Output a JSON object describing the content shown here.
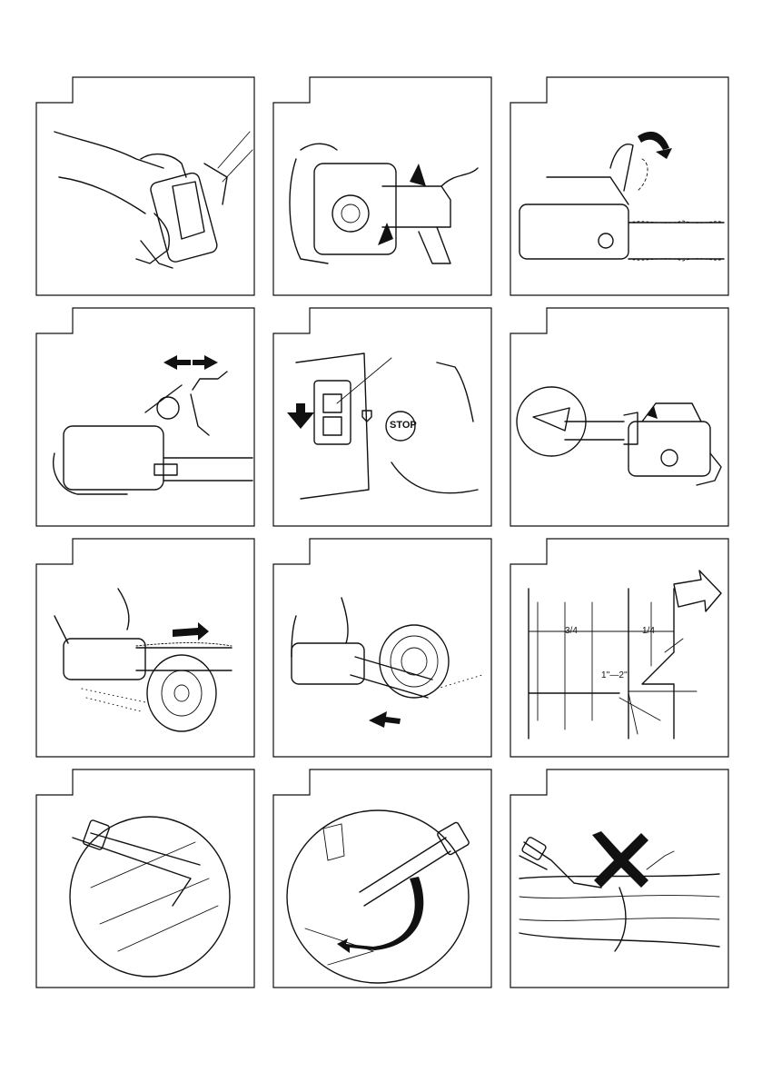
{
  "figure_9": {
    "label_three_quarters": "3/4",
    "label_one_quarter": "1/4",
    "label_hinge_depth": "1''—2''"
  },
  "figure_5": {
    "stop_label": "STOP"
  }
}
